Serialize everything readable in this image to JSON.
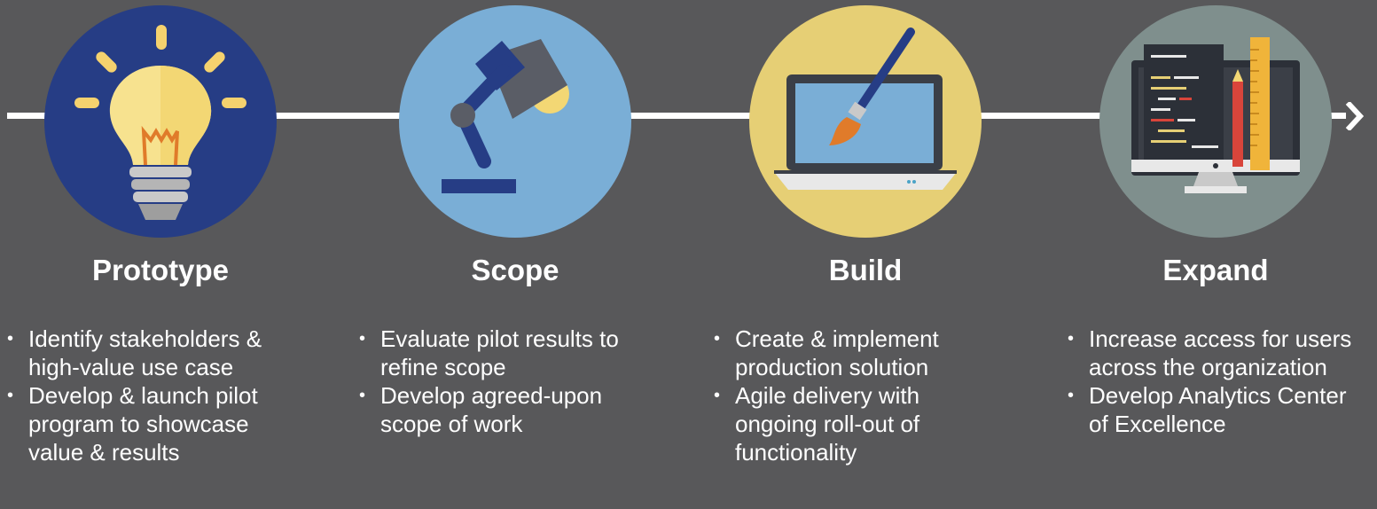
{
  "colors": {
    "background": "#58585a",
    "timeline": "#ffffff",
    "prototype_circle": "#263d85",
    "scope_circle": "#7aaed6",
    "build_circle": "#e6cf75",
    "expand_circle": "#7f8f8d"
  },
  "stages": [
    {
      "title": "Prototype",
      "icon": "lightbulb-icon",
      "bullets": [
        "Identify stakeholders & high-value use case",
        "Develop & launch pilot program to showcase value & results"
      ]
    },
    {
      "title": "Scope",
      "icon": "desk-lamp-icon",
      "bullets": [
        "Evaluate pilot results to refine scope",
        "Develop agreed-upon scope of work"
      ]
    },
    {
      "title": "Build",
      "icon": "laptop-paintbrush-icon",
      "bullets": [
        "Create & implement production solution",
        "Agile delivery with ongoing roll-out of functionality"
      ]
    },
    {
      "title": "Expand",
      "icon": "monitor-code-icon",
      "bullets": [
        "Increase access for users across the organization",
        "Develop Analytics Center of Excellence"
      ]
    }
  ]
}
